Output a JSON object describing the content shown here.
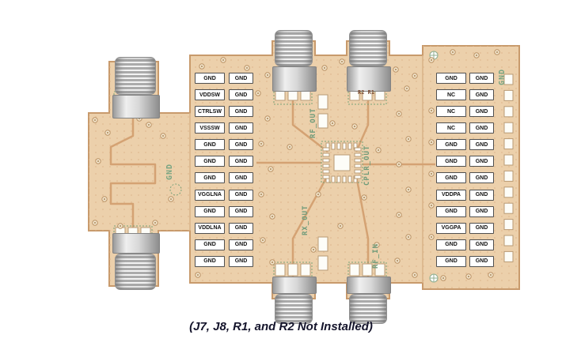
{
  "figure": {
    "caption": "(J7, J8, R1, and R2 Not Installed)"
  },
  "pins": {
    "left_outer": [
      "GND",
      "VDDSW",
      "CTRLSW",
      "VSSSW",
      "GND",
      "GND",
      "GND",
      "VGGLNA",
      "GND",
      "VDDLNA",
      "GND",
      "GND"
    ],
    "left_inner": [
      "GND",
      "GND",
      "GND",
      "GND",
      "GND",
      "GND",
      "GND",
      "GND",
      "GND",
      "GND",
      "GND",
      "GND"
    ],
    "right_outer": [
      "GND",
      "NC",
      "NC",
      "NC",
      "GND",
      "GND",
      "GND",
      "VDDPA",
      "GND",
      "VGGPA",
      "GND",
      "GND"
    ],
    "right_inner": [
      "GND",
      "GND",
      "GND",
      "GND",
      "GND",
      "GND",
      "GND",
      "GND",
      "GND",
      "GND",
      "GND",
      "GND"
    ]
  },
  "silkscreen": {
    "rf_out": "RF_OUT",
    "cplr_out": "CPLR_OUT",
    "rx_out": "RX_OUT",
    "rf_in": "RF_IN",
    "r2_r1": "R2 R1",
    "gnd_left": "GND",
    "gnd_right": "GND"
  },
  "colors": {
    "board": "#ecd0ab",
    "board_edge": "#c89a6c",
    "trace": "#d4a273",
    "silkscreen_green": "#6f9b7a",
    "connector_gray": "#d8d8d8",
    "label_border": "#4f4f4f",
    "caption_text": "#14142b"
  }
}
